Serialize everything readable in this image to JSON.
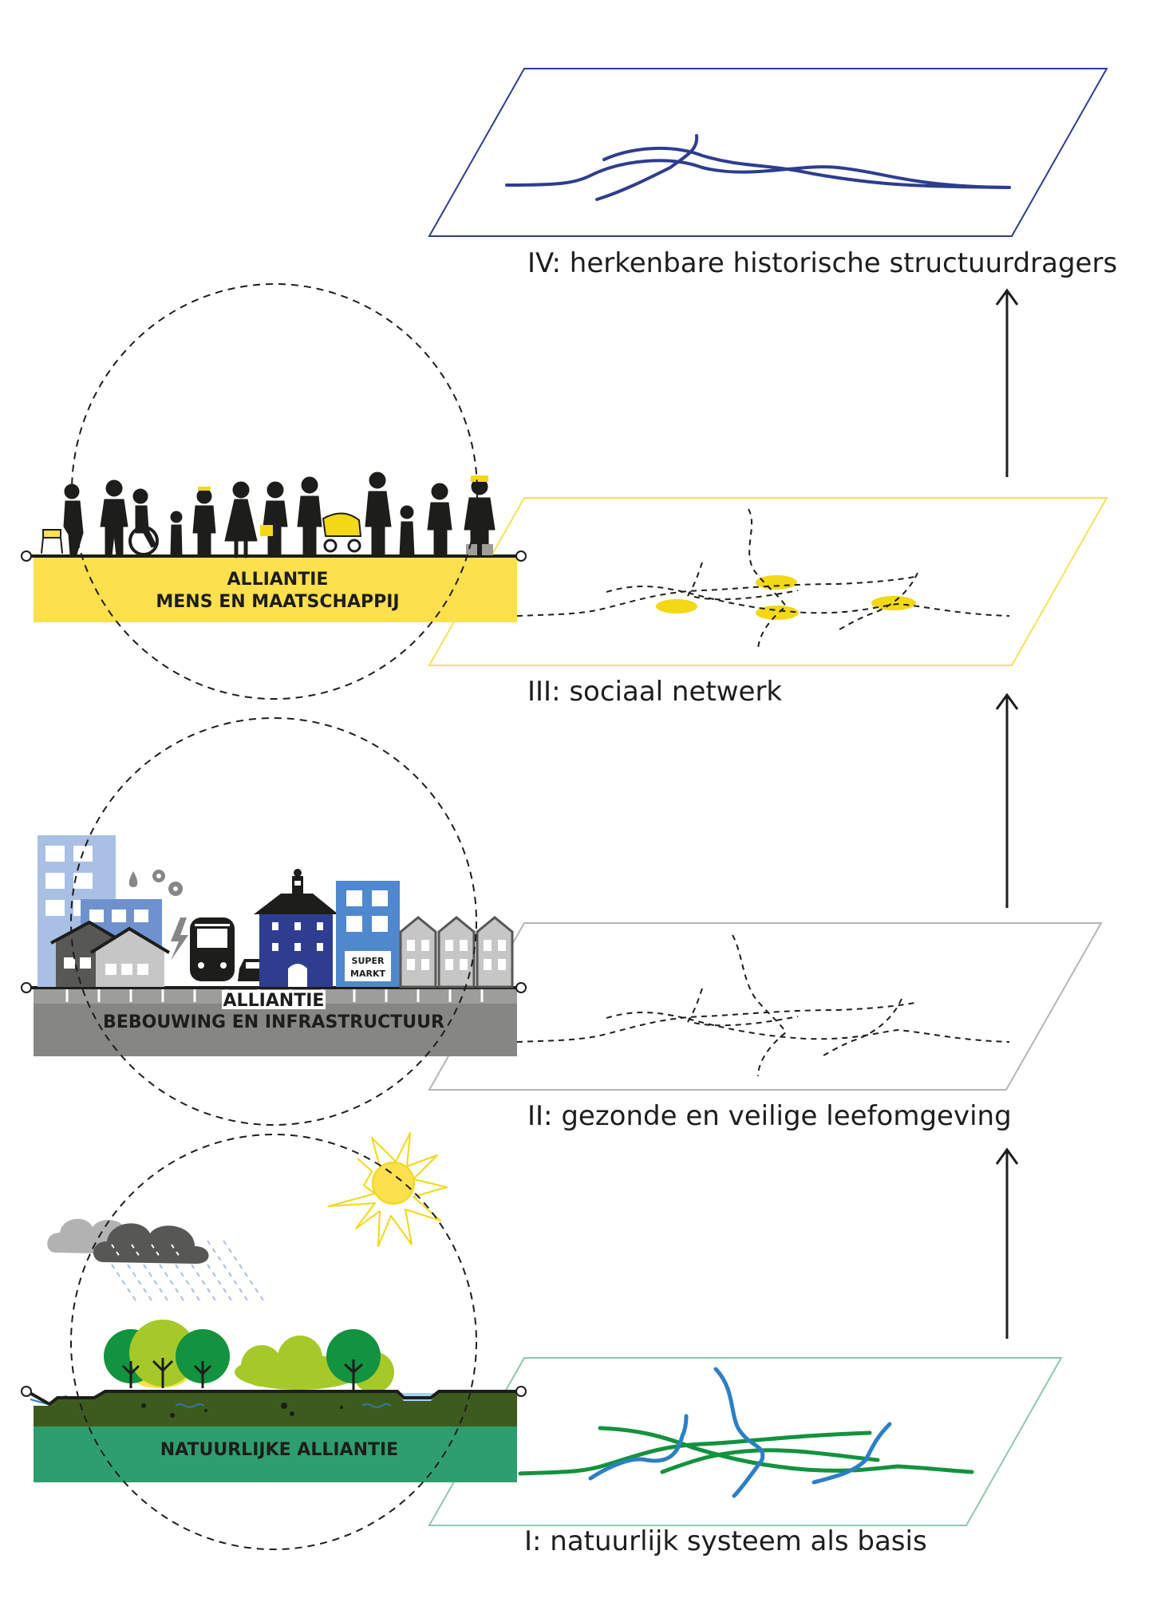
{
  "layers": [
    {
      "label": "IV: herkenbare historische structuurdragers",
      "border": "#2e3d8f",
      "line": "#2e3d8f"
    },
    {
      "label": "III: sociaal netwerk",
      "border": "#f4e256",
      "line": "#1d1d1b",
      "node": "#f2d815"
    },
    {
      "label": "II: gezonde en veilige leefomgeving",
      "border": "#b5b5b5",
      "line": "#1d1d1b"
    },
    {
      "label": "I: natuurlijk systeem als basis",
      "border": "#8fc8a8",
      "green": "#13923f",
      "blue": "#2c7fc4"
    }
  ],
  "alliances": [
    {
      "line1": "ALLIANTIE",
      "line2": "MENS EN MAATSCHAPPIJ",
      "color": "#fce04e"
    },
    {
      "line1": "ALLIANTIE",
      "line2": "BEBOUWING EN INFRASTRUCTUUR",
      "color": "#868685"
    },
    {
      "line1": "NATUURLIJKE ALLIANTIE",
      "color": "#2f9e6e"
    }
  ],
  "supermarket": {
    "line1": "SUPER",
    "line2": "MARKT"
  },
  "icons": [
    "people-icon",
    "buildings-icon",
    "train-icon",
    "car-icon",
    "factory-icon",
    "lightning-icon",
    "water-drop-icon",
    "sun-icon",
    "rain-cloud-icon",
    "tree-icon",
    "arrow-up-icon"
  ]
}
